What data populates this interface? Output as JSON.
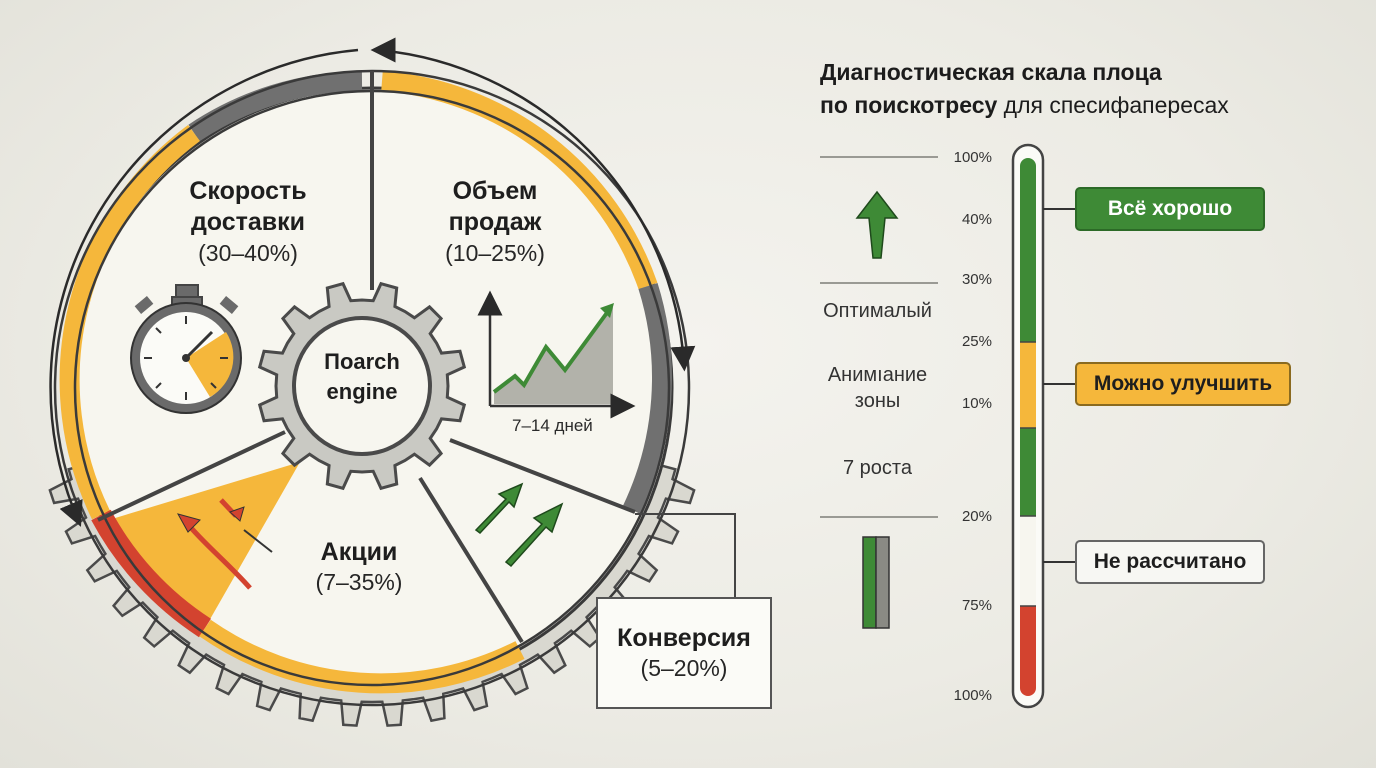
{
  "colors": {
    "yellow": "#f5b73b",
    "gray": "#707070",
    "green": "#3e8a36",
    "red": "#d3432f",
    "cream": "#f7f6ef"
  },
  "wheel": {
    "center_label_1": "Поarch",
    "center_label_2": "engine",
    "segments": {
      "delivery": {
        "title_1": "Скорость",
        "title_2": "доставки",
        "range": "(30–40%)"
      },
      "sales": {
        "title_1": "Объем",
        "title_2": "продаж",
        "range": "(10–25%)",
        "chart_caption": "7–14 дней"
      },
      "promos": {
        "title": "Акции",
        "range": "(7–35%)"
      },
      "conversion": {
        "title": "Конверсия",
        "range": "(5–20%)"
      }
    }
  },
  "panel": {
    "title_line1": "Диагностическая скала плоца",
    "title_line2_bold": "по поискотресу",
    "title_line2_rest": " для спесифапересах",
    "optimal_label": "Оптималый",
    "animation_label_1": "Анимıание",
    "animation_label_2": "зоны",
    "growth_label": "7 роста",
    "ticks": [
      "100%",
      "40%",
      "30%",
      "25%",
      "10%",
      "20%",
      "75%",
      "100%"
    ],
    "badges": {
      "good": "Всё хорошо",
      "improve": "Можно улучшить",
      "not_calculated": "Не рассчитано"
    }
  }
}
